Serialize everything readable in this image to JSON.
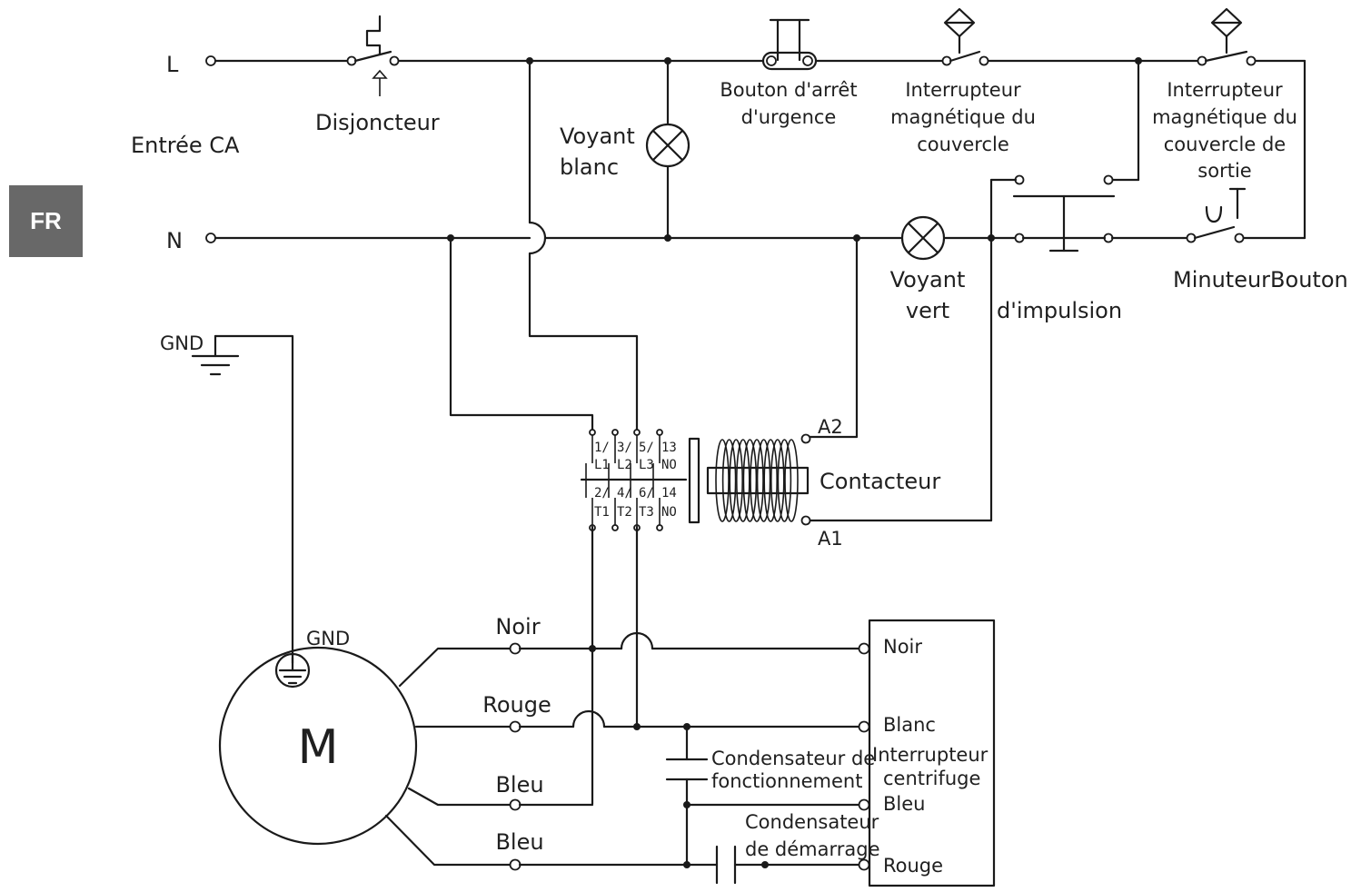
{
  "badge": {
    "lang": "FR"
  },
  "lines": {
    "line": "L",
    "neutral": "N",
    "ac_input": "Entrée CA"
  },
  "ground": {
    "gnd_top": "GND",
    "gnd_motor": "GND"
  },
  "components": {
    "breaker": "Disjoncteur",
    "white_lamp": [
      "Voyant",
      "blanc"
    ],
    "emergency_stop": [
      "Bouton d'arrêt",
      "d'urgence"
    ],
    "lid_switch": [
      "Interrupteur",
      "magnétique du",
      "couvercle"
    ],
    "outlet_lid_switch": [
      "Interrupteur",
      "magnétique du",
      "couvercle de",
      "sortie"
    ],
    "green_lamp": [
      "Voyant",
      "vert"
    ],
    "pulse_button": "d'impulsion",
    "timer_button": "MinuteurBouton",
    "contactor": "Contacteur",
    "coil_a2": "A2",
    "coil_a1": "A1",
    "motor": "M",
    "run_capacitor": [
      "Condensateur de",
      "fonctionnement"
    ],
    "start_capacitor": [
      "Condensateur",
      "de démarrage"
    ],
    "centrifugal_switch": [
      "Interrupteur",
      "centrifuge"
    ]
  },
  "contactor_terminals": {
    "top": [
      [
        "1/",
        "L1"
      ],
      [
        "3/",
        "L2"
      ],
      [
        "5/",
        "L3"
      ],
      [
        "13",
        "NO"
      ]
    ],
    "bottom": [
      [
        "2/",
        "T1"
      ],
      [
        "4/",
        "T2"
      ],
      [
        "6/",
        "T3"
      ],
      [
        "14",
        "NO"
      ]
    ]
  },
  "motor_wires": [
    "Noir",
    "Rouge",
    "Bleu",
    "Bleu"
  ],
  "switch_terminals": [
    "Noir",
    "Blanc",
    "Bleu",
    "Rouge"
  ]
}
